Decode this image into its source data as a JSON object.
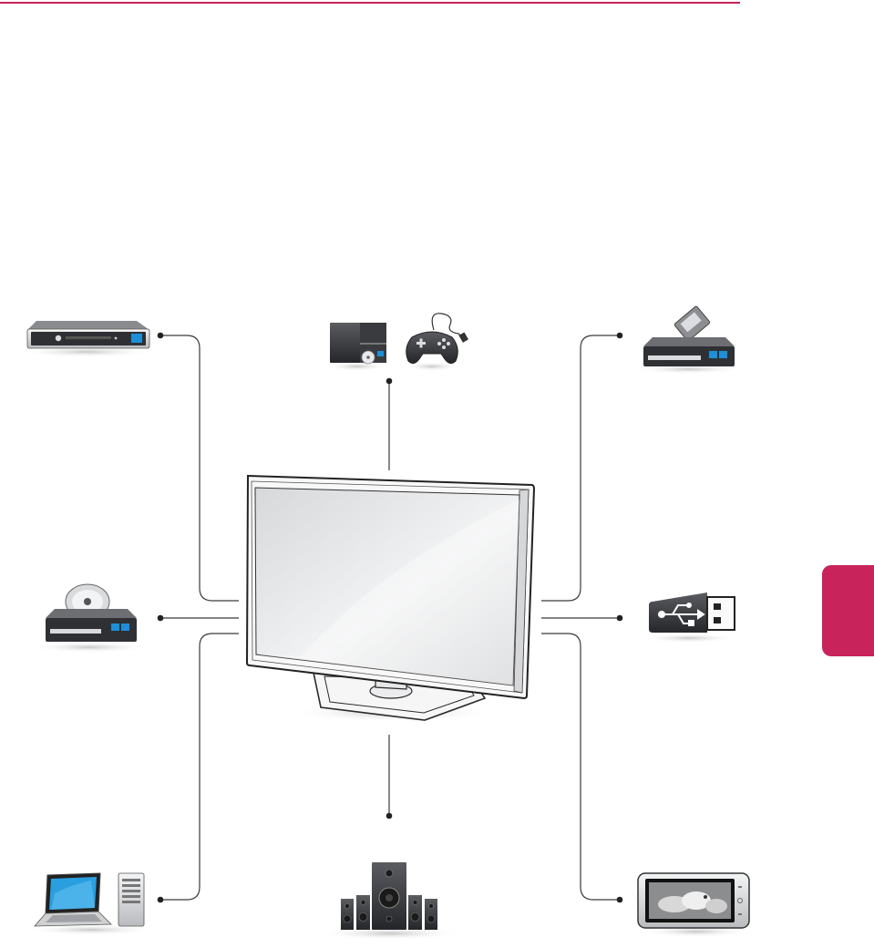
{
  "colors": {
    "accent": "#c8235a",
    "line": "#3a3a3a",
    "device_dark": "#2e2f33",
    "device_light": "#e9eaec",
    "blue_led": "#1c8fd8"
  },
  "devices": [
    {
      "id": "set-top-box",
      "icon": "set-top-box-icon"
    },
    {
      "id": "dvd-player",
      "icon": "dvd-player-icon"
    },
    {
      "id": "pc",
      "icon": "laptop-and-desktop-pc-icon"
    },
    {
      "id": "game-console",
      "icon": "game-console-and-gamepad-icon"
    },
    {
      "id": "speakers",
      "icon": "speaker-system-icon"
    },
    {
      "id": "hd-receiver",
      "icon": "receiver-with-card-icon"
    },
    {
      "id": "usb",
      "icon": "usb-stick-icon"
    },
    {
      "id": "smartphone",
      "icon": "smartphone-icon"
    },
    {
      "id": "tv",
      "icon": "tv-monitor-icon"
    }
  ]
}
